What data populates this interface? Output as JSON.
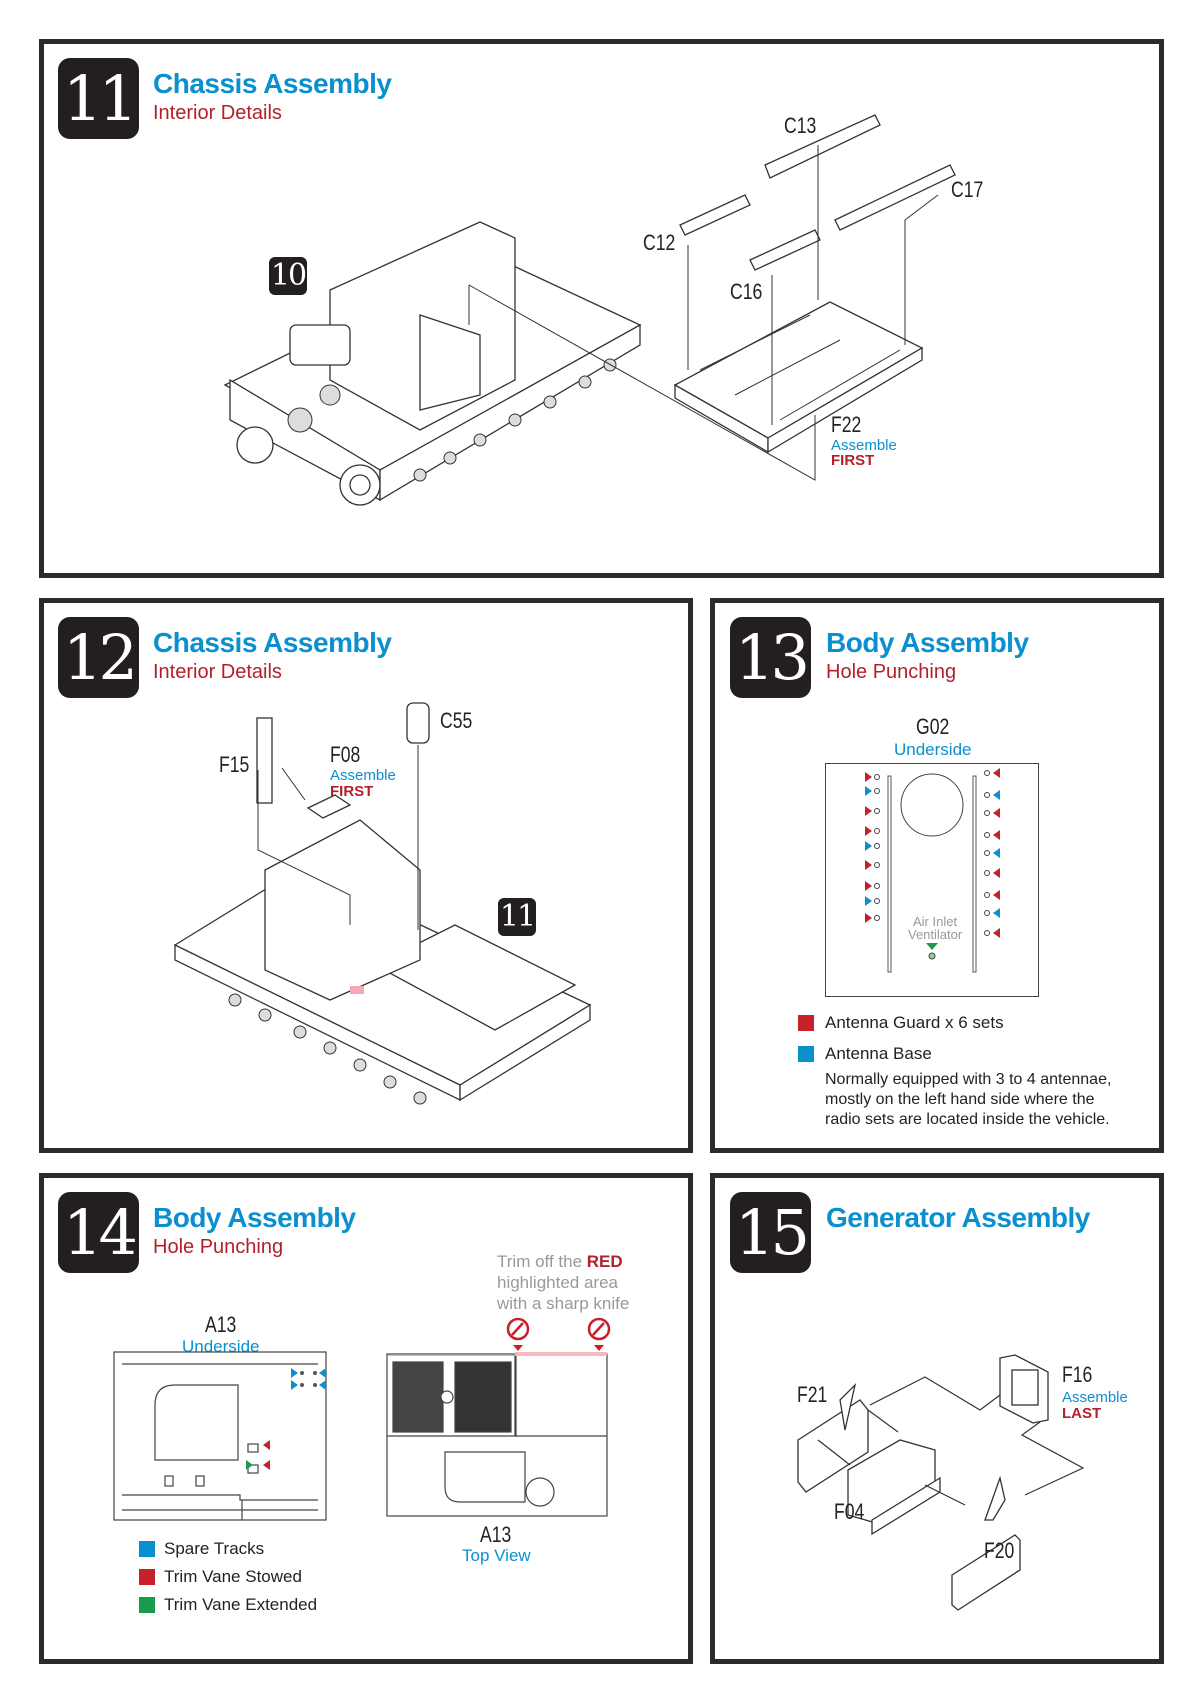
{
  "colors": {
    "title_blue": "#0a8fcf",
    "subtitle_red": "#b3202a",
    "border": "#2b2b2b",
    "green": "#1a9a4a"
  },
  "steps": [
    {
      "number": "11",
      "title": "Chassis Assembly",
      "subtitle": "Interior Details",
      "ref_step": "10",
      "parts": {
        "c13": "C13",
        "c17": "C17",
        "c12": "C12",
        "c16": "C16",
        "f22": "F22"
      },
      "note": {
        "line1": "Assemble",
        "line2": "FIRST"
      }
    },
    {
      "number": "12",
      "title": "Chassis Assembly",
      "subtitle": "Interior Details",
      "ref_step": "11",
      "parts": {
        "f15": "F15",
        "f08": "F08",
        "c55": "C55"
      },
      "note": {
        "line1": "Assemble",
        "line2": "FIRST"
      }
    },
    {
      "number": "13",
      "title": "Body Assembly",
      "subtitle": "Hole Punching",
      "part": "G02",
      "view": "Underside",
      "diagram_label": [
        "Air Inlet",
        "Ventilator"
      ],
      "legend": [
        {
          "color": "#c8202a",
          "label": "Antenna Guard x 6 sets"
        },
        {
          "color": "#0a8fcf",
          "label": "Antenna Base"
        }
      ],
      "description": [
        "Normally equipped with 3 to 4 antennae,",
        "mostly on the left hand side where the",
        "radio sets are located inside the vehicle."
      ]
    },
    {
      "number": "14",
      "title": "Body Assembly",
      "subtitle": "Hole Punching",
      "trim_note": {
        "prefix": "Trim off the ",
        "highlight": "RED",
        "line2": "highlighted area",
        "line3": "with a sharp knife"
      },
      "left_view": {
        "part": "A13",
        "view": "Underside"
      },
      "right_view": {
        "part": "A13",
        "view": "Top View"
      },
      "legend": [
        {
          "color": "#0a8fcf",
          "label": "Spare Tracks"
        },
        {
          "color": "#c8202a",
          "label": "Trim Vane Stowed"
        },
        {
          "color": "#1a9a4a",
          "label": "Trim Vane Extended"
        }
      ]
    },
    {
      "number": "15",
      "title": "Generator Assembly",
      "parts": {
        "f16": "F16",
        "f21": "F21",
        "f04": "F04",
        "f20": "F20"
      },
      "note": {
        "line1": "Assemble",
        "line2": "LAST"
      }
    }
  ]
}
